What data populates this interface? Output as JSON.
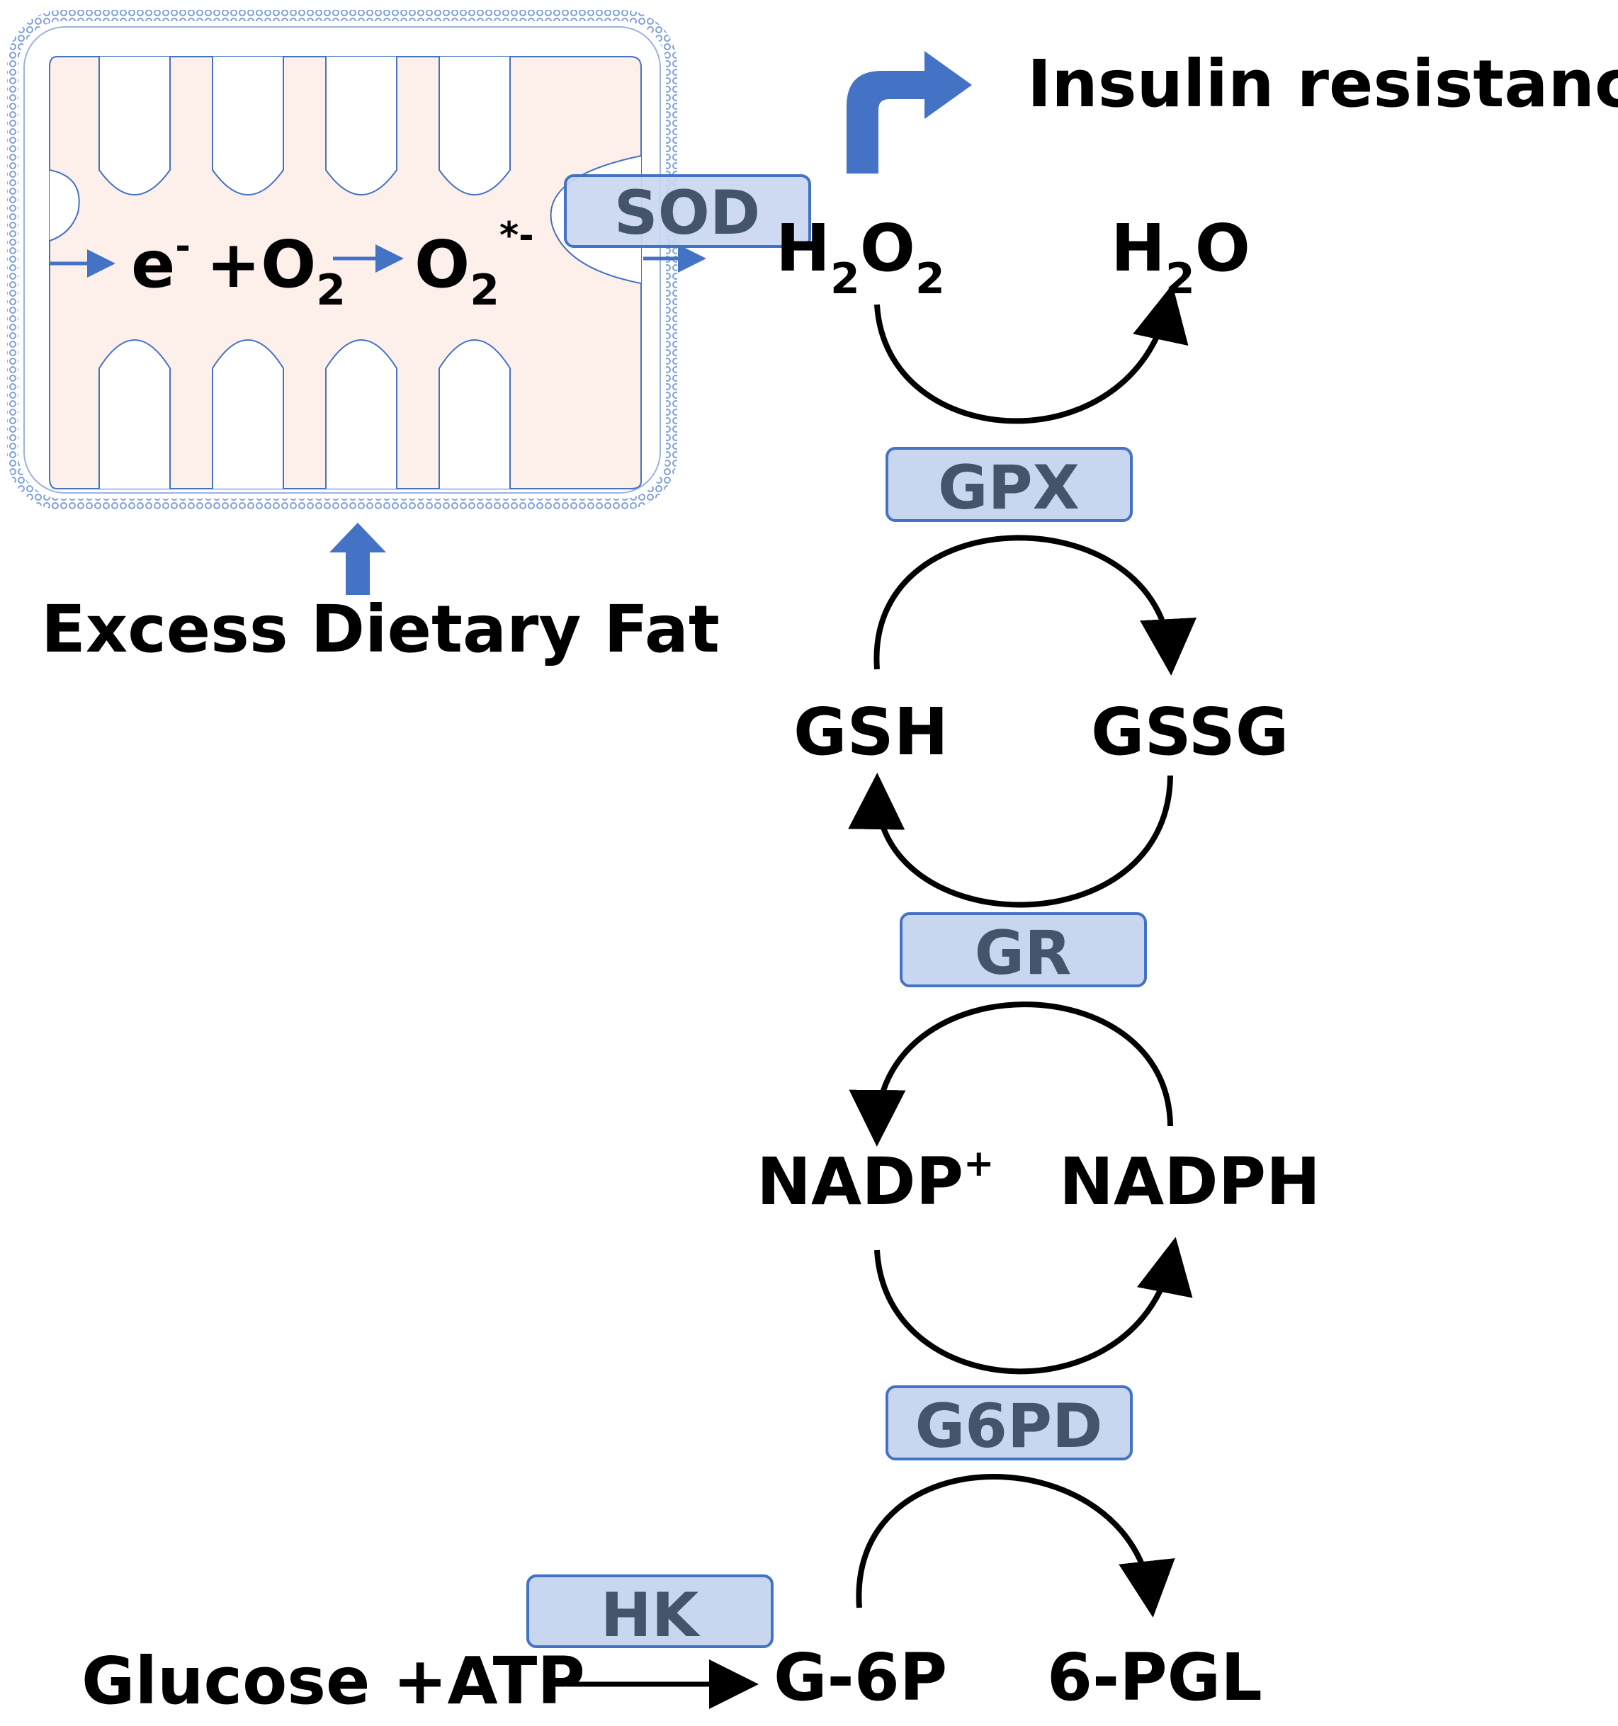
{
  "mito": {
    "reaction_e": "e",
    "reaction_e_sup": "-",
    "reaction_plus_o": "+O",
    "reaction_o2_sub": "2",
    "superoxide": "O",
    "superoxide_sub": "2",
    "superoxide_sup": "*-"
  },
  "enzymes": {
    "sod": "SOD",
    "gpx": "GPX",
    "gr": "GR",
    "g6pd": "G6PD",
    "hk": "HK"
  },
  "metabolites": {
    "h2o2_h": "H",
    "h2o2_sub1": "2",
    "h2o2_o": "O",
    "h2o2_sub2": "2",
    "h2o_h": "H",
    "h2o_sub": "2",
    "h2o_o": "O",
    "gsh": "GSH",
    "gssg": "GSSG",
    "nadp": "NADP",
    "nadp_sup": "+",
    "nadph": "NADPH",
    "g6p": "G-6P",
    "pgl": "6-PGL",
    "glucose": "Glucose +ATP"
  },
  "outcome": {
    "insulin": "Insulin resistance"
  },
  "input": {
    "fat": "Excess Dietary Fat"
  },
  "colors": {
    "arrow_blue": "#4472c4",
    "enzyme_fill": "#c9d6ef",
    "enzyme_text": "#44546a",
    "mito_fill": "#fdf0ea",
    "text": "#000000"
  }
}
